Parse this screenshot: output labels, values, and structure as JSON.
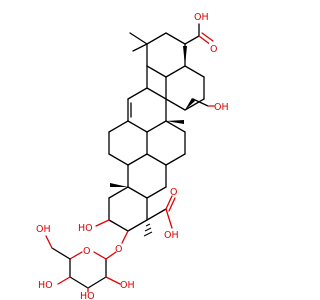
{
  "structure": {
    "atom_labels": {
      "cooh_top_O": "O",
      "cooh_top_OH": "OH",
      "ch2oh_OH": "OH",
      "me_label_1": "",
      "cooh_mid_O": "O",
      "cooh_mid_OH": "OH",
      "ring_OH": "HO",
      "glyco_O": "O",
      "ring_O": "O",
      "sugar_ch2oh": "OH",
      "sugar_oh_left": "HO",
      "sugar_oh_bottom": "HO",
      "sugar_oh_right": "OH"
    }
  },
  "colors": {
    "bond": "#000000",
    "heteroatom": "#e00000",
    "background": "#ffffff"
  }
}
